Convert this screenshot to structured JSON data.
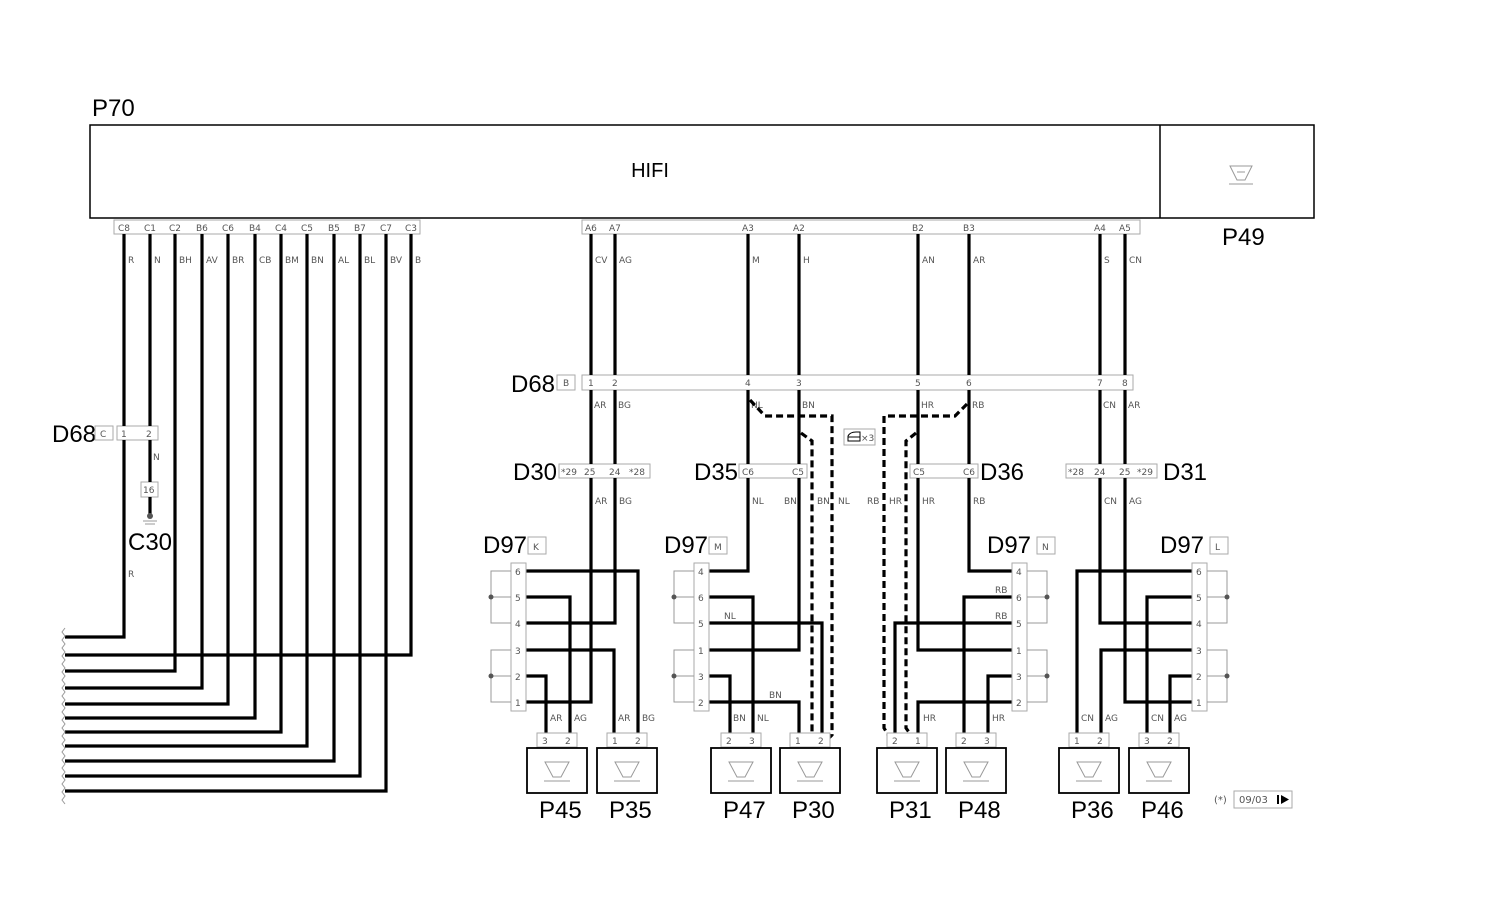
{
  "ecu": {
    "id": "P70",
    "name": "HIFI",
    "speaker_id": "P49"
  },
  "left_pins": [
    {
      "pin": "C8",
      "wire": "R"
    },
    {
      "pin": "C1",
      "wire": "N"
    },
    {
      "pin": "C2",
      "wire": "BH"
    },
    {
      "pin": "B6",
      "wire": "AV"
    },
    {
      "pin": "C6",
      "wire": "BR"
    },
    {
      "pin": "B4",
      "wire": "CB"
    },
    {
      "pin": "C4",
      "wire": "BM"
    },
    {
      "pin": "C5",
      "wire": "BN"
    },
    {
      "pin": "B5",
      "wire": "AL"
    },
    {
      "pin": "B7",
      "wire": "BL"
    },
    {
      "pin": "C7",
      "wire": "BV"
    },
    {
      "pin": "C3",
      "wire": "B"
    }
  ],
  "right_pins": [
    {
      "pin": "A6",
      "wire": "CV"
    },
    {
      "pin": "A7",
      "wire": "AG"
    },
    {
      "pin": "A3",
      "wire": "M"
    },
    {
      "pin": "A2",
      "wire": "H"
    },
    {
      "pin": "B2",
      "wire": "AN"
    },
    {
      "pin": "B3",
      "wire": "AR"
    },
    {
      "pin": "A4",
      "wire": "S"
    },
    {
      "pin": "A5",
      "wire": "CN"
    }
  ],
  "d68c": {
    "id": "D68",
    "code": "C",
    "pins": [
      "1",
      "2"
    ],
    "wire_below": "N",
    "ground_pin": "16",
    "ground_id": "C30",
    "wire_r": "R"
  },
  "d68b": {
    "id": "D68",
    "code": "B",
    "pins": [
      "1",
      "2",
      "4",
      "3",
      "5",
      "6",
      "7",
      "8"
    ],
    "wires_below": [
      "AR",
      "BG",
      "NL",
      "BN",
      "HR",
      "RB",
      "CN",
      "AR"
    ]
  },
  "d30": {
    "id": "D30",
    "pins": [
      "*29",
      "25",
      "24",
      "*28"
    ],
    "wires_below": [
      "AR",
      "BG"
    ]
  },
  "d35": {
    "id": "D35",
    "pins": [
      "C6",
      "C5"
    ],
    "wires_below": [
      "NL",
      "BN",
      "BN",
      "NL"
    ]
  },
  "d36": {
    "id": "D36",
    "pins": [
      "C5",
      "C6"
    ],
    "wires_below": [
      "RB",
      "HR",
      "HR",
      "RB"
    ]
  },
  "d31": {
    "id": "D31",
    "pins": [
      "*28",
      "24",
      "25",
      "*29"
    ],
    "wires_below": [
      "CN",
      "AG"
    ]
  },
  "shield": {
    "label": "×3"
  },
  "d97": [
    {
      "id": "D97",
      "code": "K",
      "pins": [
        "6",
        "5",
        "4",
        "3",
        "2",
        "1"
      ],
      "wires_bottom": [
        "AR",
        "AG",
        "AR",
        "BG"
      ]
    },
    {
      "id": "D97",
      "code": "M",
      "pins": [
        "4",
        "6",
        "5",
        "1",
        "3",
        "2"
      ],
      "wires_bottom": [
        "BN",
        "NL"
      ],
      "wire_labels": [
        "NL",
        "BN"
      ]
    },
    {
      "id": "D97",
      "code": "N",
      "pins": [
        "4",
        "6",
        "5",
        "1",
        "3",
        "2"
      ],
      "wires_bottom": [
        "HR",
        "HR"
      ],
      "wire_labels": [
        "RB",
        "RB"
      ]
    },
    {
      "id": "D97",
      "code": "L",
      "pins": [
        "6",
        "5",
        "4",
        "3",
        "2",
        "1"
      ],
      "wires_bottom": [
        "CN",
        "AG",
        "CN",
        "AG"
      ]
    }
  ],
  "speakers": [
    {
      "id": "P45",
      "pins": [
        "3",
        "2"
      ]
    },
    {
      "id": "P35",
      "pins": [
        "1",
        "2"
      ]
    },
    {
      "id": "P47",
      "pins": [
        "2",
        "3"
      ]
    },
    {
      "id": "P30",
      "pins": [
        "1",
        "2"
      ]
    },
    {
      "id": "P31",
      "pins": [
        "2",
        "1"
      ]
    },
    {
      "id": "P48",
      "pins": [
        "2",
        "3"
      ]
    },
    {
      "id": "P36",
      "pins": [
        "1",
        "2"
      ]
    },
    {
      "id": "P46",
      "pins": [
        "3",
        "2"
      ]
    }
  ],
  "footer": {
    "note": "(*)",
    "date": "09/03",
    "nav_icon": "next-page-icon"
  }
}
